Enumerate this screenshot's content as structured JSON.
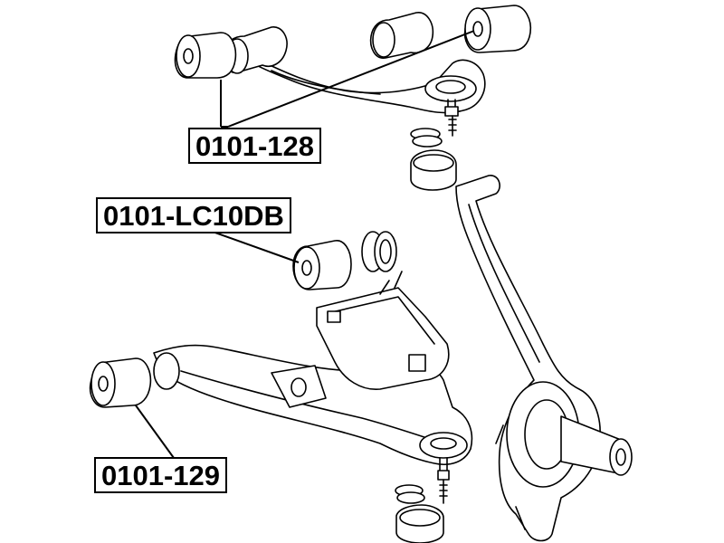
{
  "labels": {
    "upper_arm_bushing": "0101-128",
    "lower_arm_front_bushing": "0101-LC10DB",
    "lower_arm_rear_bushing": "0101-129"
  }
}
